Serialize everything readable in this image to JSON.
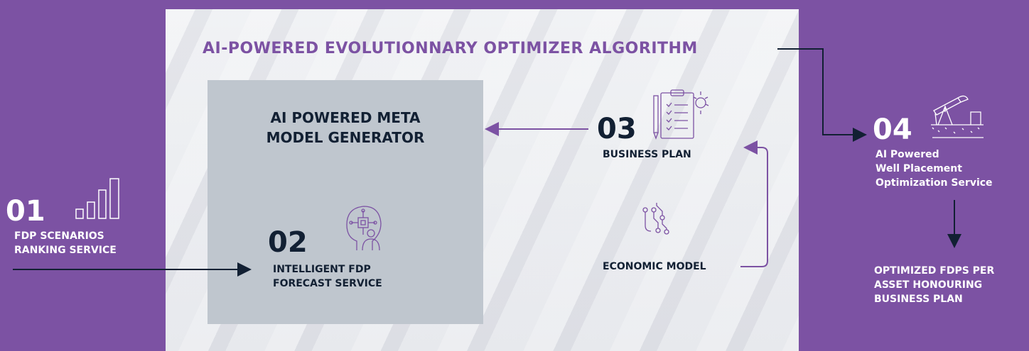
{
  "colors": {
    "background": "#7c52a3",
    "panel": "#e9ebef",
    "inner_box": "#bfc6ce",
    "dark_text": "#122033",
    "accent": "#7c52a3"
  },
  "title": "AI-POWERED EVOLUTIONNARY OPTIMIZER ALGORITHM",
  "meta_model": {
    "line1": "AI POWERED META",
    "line2": "MODEL GENERATOR"
  },
  "step01": {
    "number": "01",
    "label_line1": "FDP SCENARIOS",
    "label_line2": "RANKING SERVICE",
    "icon": "bar-chart-icon"
  },
  "step02": {
    "number": "02",
    "label_line1": "INTELLIGENT FDP",
    "label_line2": "FORECAST SERVICE",
    "icon": "ai-head-icon"
  },
  "step03": {
    "number": "03",
    "label": "BUSINESS PLAN",
    "icon": "clipboard-gear-icon"
  },
  "economic_model": {
    "label": "ECONOMIC MODEL",
    "icon": "circuit-icon"
  },
  "step04": {
    "number": "04",
    "label_line1": "AI Powered",
    "label_line2": "Well Placement",
    "label_line3": "Optimization Service",
    "icon": "oil-pump-icon"
  },
  "output": {
    "line1": "OPTIMIZED FDPS PER",
    "line2": "ASSET HONOURING",
    "line3": "BUSINESS PLAN"
  }
}
